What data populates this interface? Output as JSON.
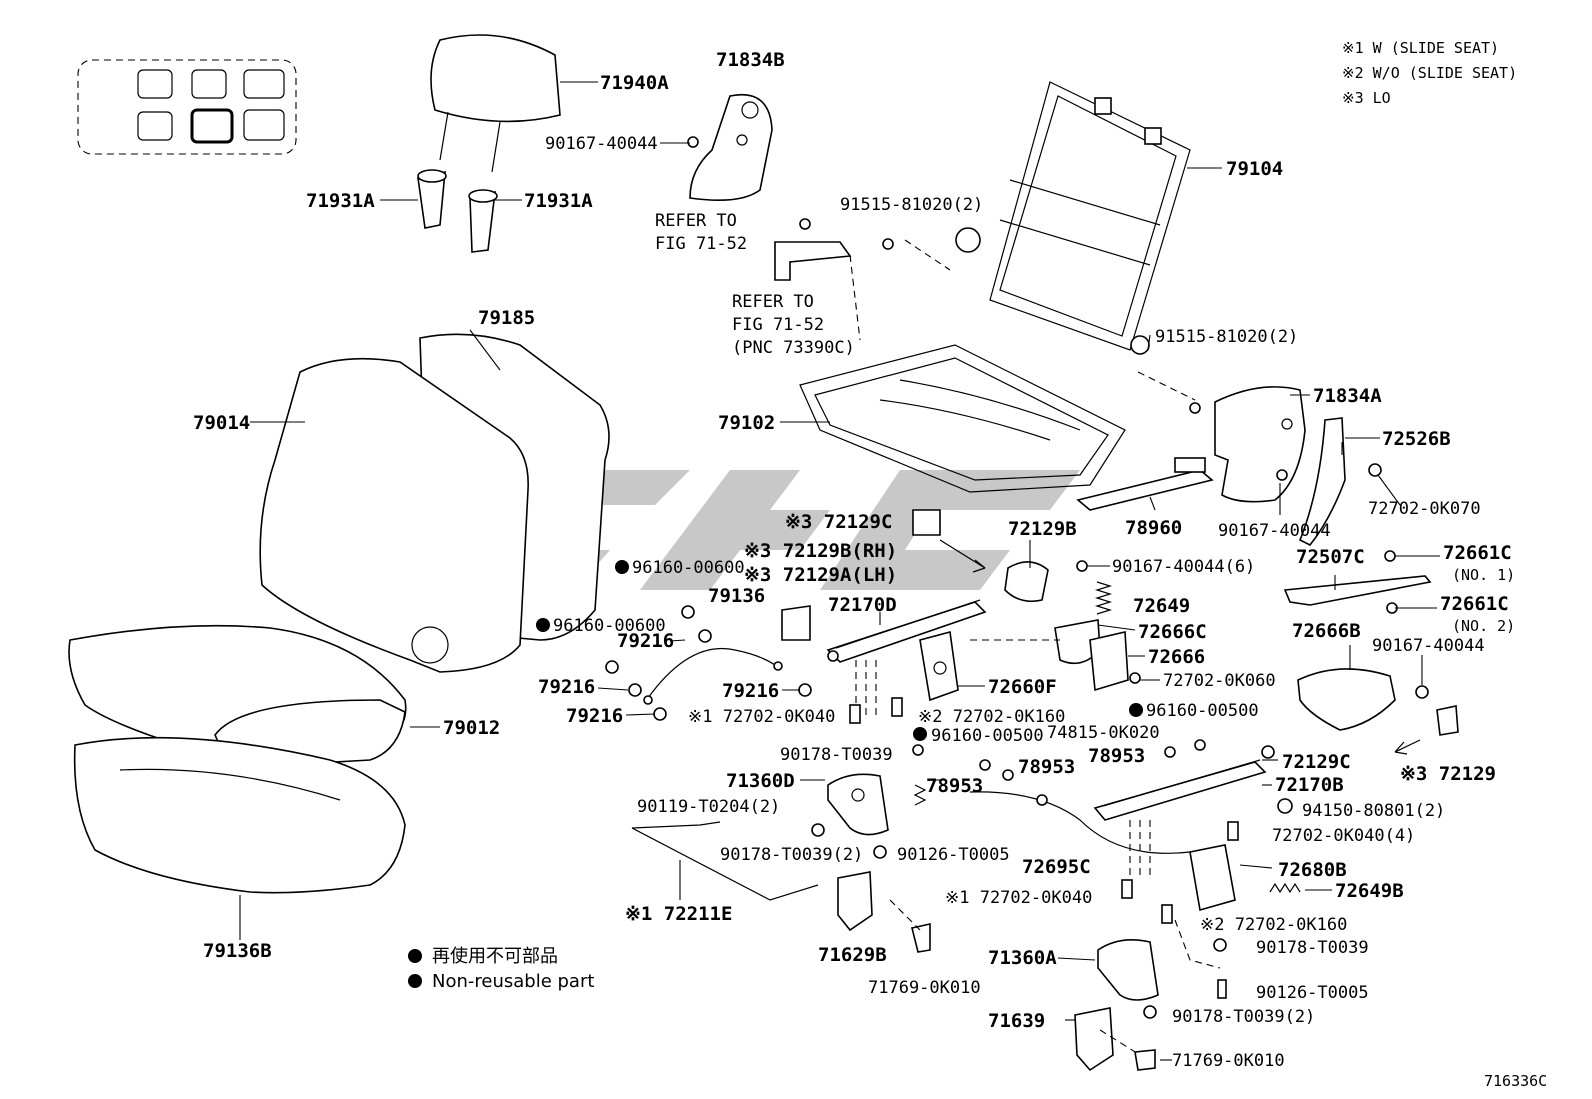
{
  "notes": [
    "※1 W (SLIDE SEAT)",
    "※2 W/O (SLIDE SEAT)",
    "※3 LO"
  ],
  "figure_code": "716336C",
  "legend": {
    "jp": "再使用不可部品",
    "en": "Non-reusable part"
  },
  "callouts": {
    "c71940A": "71940A",
    "c71834B": "71834B",
    "c90167_40044_a": "90167-40044",
    "c71931A_l": "71931A",
    "c71931A_r": "71931A",
    "refer1_a": "REFER TO",
    "refer1_b": "FIG 71-52",
    "c91515_a": "91515-81020(2)",
    "refer2_a": "REFER TO",
    "refer2_b": "FIG 71-52",
    "refer2_c": "(PNC 73390C)",
    "c79104": "79104",
    "c79185": "79185",
    "c79014": "79014",
    "c91515_b": "91515-81020(2)",
    "c71834A": "71834A",
    "c79102": "79102",
    "c72526B": "72526B",
    "c78960": "78960",
    "c90167_40044_b": "90167-40044",
    "c72702_0K070": "72702-0K070",
    "c72129C_a": "※3 72129C",
    "c72129B": "72129B",
    "c72129B_RH": "※3 72129B(RH)",
    "c72129A_LH": "※3 72129A(LH)",
    "c96160_00600_a": "96160-00600",
    "c90167_40044_6": "90167-40044(6)",
    "c72507C": "72507C",
    "c72661C_1": "72661C",
    "c72661C_1n": "(NO. 1)",
    "c79136": "79136",
    "c96160_00600_b": "96160-00600",
    "c72170D": "72170D",
    "c72649": "72649",
    "c72661C_2": "72661C",
    "c72661C_2n": "(NO. 2)",
    "c79216_a": "79216",
    "c72666C": "72666C",
    "c72666B": "72666B",
    "c90167_40044_c": "90167-40044",
    "c72666": "72666",
    "c79216_b": "79216",
    "c79216_c": "79216",
    "c72660F": "72660F",
    "c72702_0K060": "72702-0K060",
    "c79012": "79012",
    "c79216_d": "79216",
    "c72702_0K040_a": "※1 72702-0K040",
    "c72702_0K160_a": "※2 72702-0K160",
    "c96160_00500_a": "96160-00500",
    "c74815": "74815-0K020",
    "c96160_00500_b": "96160-00500",
    "c90178_T0039_a": "90178-T0039",
    "c78953_a": "78953",
    "c72129C_b": "72129C",
    "c78953_b": "78953",
    "c78953_c": "78953",
    "c71360D": "71360D",
    "c72170B": "72170B",
    "c72129_3": "※3 72129",
    "c90119": "90119-T0204(2)",
    "c94150": "94150-80801(2)",
    "c72702_0K040_4": "72702-0K040(4)",
    "c90178_T0039_2a": "90178-T0039(2)",
    "c90126_T0005_a": "90126-T0005",
    "c72695C": "72695C",
    "c72680B": "72680B",
    "c72649B": "72649B",
    "c72211E": "※1 72211E",
    "c72702_0K040_b": "※1 72702-0K040",
    "c72702_0K160_b": "※2 72702-0K160",
    "c79136B": "79136B",
    "c71629B": "71629B",
    "c71360A": "71360A",
    "c90178_T0039_b": "90178-T0039",
    "c90126_T0005_b": "90126-T0005",
    "c71769_a": "71769-0K010",
    "c90178_T0039_2b": "90178-T0039(2)",
    "c71639": "71639",
    "c71769_b": "71769-0K010"
  }
}
